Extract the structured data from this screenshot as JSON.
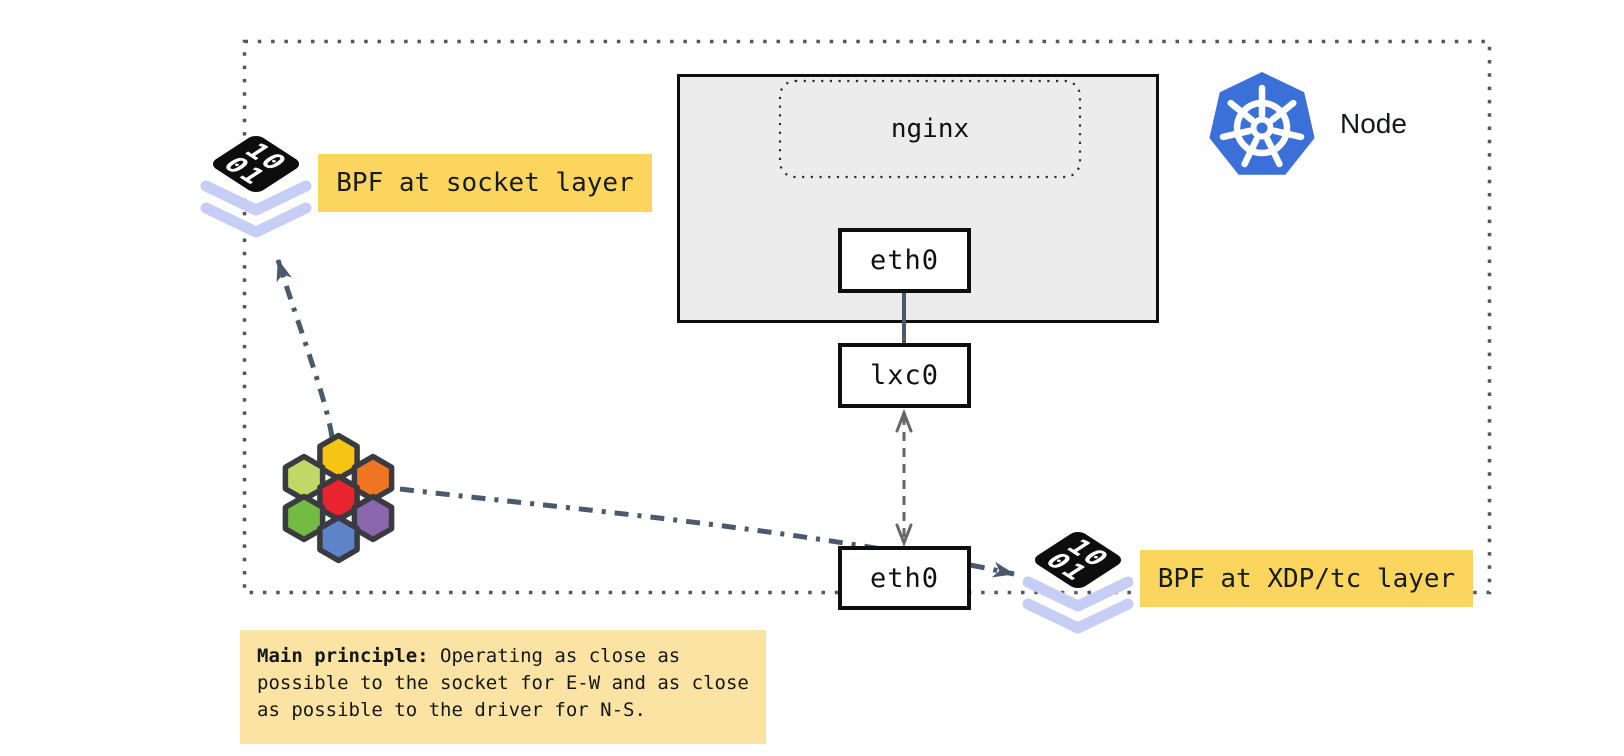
{
  "node": {
    "label": "Node"
  },
  "pod": {
    "app": "nginx",
    "eth": "eth0"
  },
  "host": {
    "lxc": "lxc0",
    "eth": "eth0"
  },
  "labels": {
    "socket": "BPF at socket layer",
    "xdp": "BPF at XDP/tc layer"
  },
  "note": {
    "title": "Main principle:",
    "body": " Operating as close as possible to the socket for E-W and as close as possible to the driver for N-S."
  },
  "bpf_glyph": {
    "line1": "10",
    "line2": "01"
  },
  "colors": {
    "label_bg": "#FBD55E",
    "note_bg": "#FAE3A3",
    "pod_bg": "#ECECEC",
    "box_border": "#0e0e0e",
    "node_border_dots": "#575757",
    "kubernetes_blue": "#3C70D9",
    "arrow_slate": "#4A5A6D",
    "arrow_gray": "#666666",
    "bpf_layer_lavender": "#C7CEF5",
    "cilium_hex": {
      "top": "#F6C513",
      "upper_left": "#C2D765",
      "upper_right": "#EF7522",
      "center": "#E8242F",
      "lower_left": "#72BC44",
      "lower_right": "#8A66AD",
      "bottom": "#5E83C9"
    }
  }
}
